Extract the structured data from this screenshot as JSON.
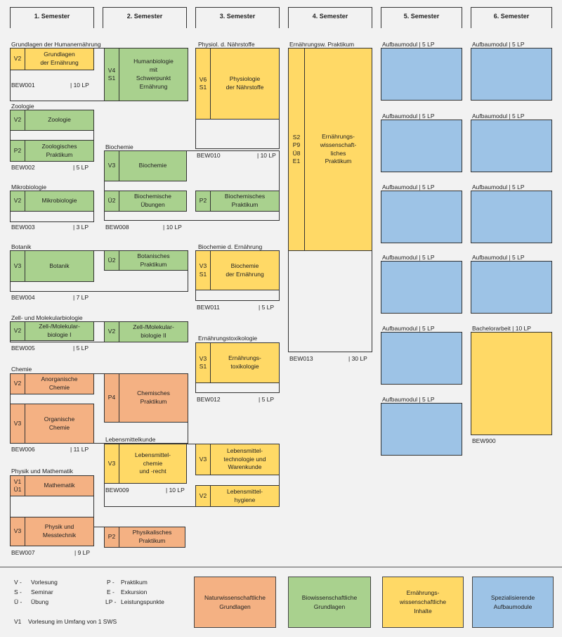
{
  "semesters": [
    "1. Semester",
    "2. Semester",
    "3. Semester",
    "4. Semester",
    "5. Semester",
    "6. Semester"
  ],
  "modules": {
    "bew001": {
      "title": "Grundlagen der Humanernährung",
      "code": "BEW001",
      "lp": "| 10 LP",
      "c1": {
        "type": "V2",
        "name": "Grundlagen\nder Ernährung"
      },
      "c2": {
        "type": "V4\nS1",
        "name": "Humanbiologie\nmit\nSchwerpunkt\nErnährung"
      }
    },
    "bew002": {
      "title": "Zoologie",
      "code": "BEW002",
      "lp": "| 5 LP",
      "c1": {
        "type": "V2",
        "name": "Zoologie"
      },
      "c2": {
        "type": "P2",
        "name": "Zoologisches\nPraktikum"
      }
    },
    "bew003": {
      "title": "Mikrobiologie",
      "code": "BEW003",
      "lp": "| 3 LP",
      "c1": {
        "type": "V2",
        "name": "Mikrobiologie"
      }
    },
    "bew004": {
      "title": "Botanik",
      "code": "BEW004",
      "lp": "| 7 LP",
      "c1": {
        "type": "V3",
        "name": "Botanik"
      },
      "c2": {
        "type": "Ü2",
        "name": "Botanisches\nPraktikum"
      }
    },
    "bew005": {
      "title": "Zell- und Molekularbiologie",
      "code": "BEW005",
      "lp": "| 5 LP",
      "c1": {
        "type": "V2",
        "name": "Zell-/Molekular-\nbiologie I"
      },
      "c2": {
        "type": "V2",
        "name": "Zell-/Molekular-\nbiologie II"
      }
    },
    "bew006": {
      "title": "Chemie",
      "code": "BEW006",
      "lp": "| 11 LP",
      "c1": {
        "type": "V2",
        "name": "Anorganische\nChemie"
      },
      "c2": {
        "type": "V3",
        "name": "Organische\nChemie"
      },
      "c3": {
        "type": "P4",
        "name": "Chemisches\nPraktikum"
      }
    },
    "bew007": {
      "title": "Physik und Mathematik",
      "code": "BEW007",
      "lp": "| 9 LP",
      "c1": {
        "type": "V1\nÜ1",
        "name": "Mathematik"
      },
      "c2": {
        "type": "V3",
        "name": "Physik und\nMesstechnik"
      },
      "c3": {
        "type": "P2",
        "name": "Physikalisches\nPraktikum"
      }
    },
    "bew008": {
      "title": "Biochemie",
      "code": "BEW008",
      "lp": "| 10 LP",
      "c1": {
        "type": "V3",
        "name": "Biochemie"
      },
      "c2": {
        "type": "Ü2",
        "name": "Biochemische\nÜbungen"
      },
      "c3": {
        "type": "P2",
        "name": "Biochemisches\nPraktikum"
      }
    },
    "bew009": {
      "title": "Lebensmittelkunde",
      "code": "BEW009",
      "lp": "| 10 LP",
      "c1": {
        "type": "V3",
        "name": "Lebensmittel-\nchemie\nund -recht"
      },
      "c2": {
        "type": "V3",
        "name": "Lebensmittel-\ntechnologie und\nWarenkunde"
      },
      "c3": {
        "type": "V2",
        "name": "Lebensmittel-\nhygiene"
      }
    },
    "bew010": {
      "title": "Physiol. d. Nährstoffe",
      "code": "BEW010",
      "lp": "| 10 LP",
      "c1": {
        "type": "V6\nS1",
        "name": "Physiologie\nder Nährstoffe"
      }
    },
    "bew011": {
      "title": "Biochemie d. Ernährung",
      "code": "BEW011",
      "lp": "| 5 LP",
      "c1": {
        "type": "V3\nS1",
        "name": "Biochemie\nder Ernährung"
      }
    },
    "bew012": {
      "title": "Ernährungstoxikologie",
      "code": "BEW012",
      "lp": "| 5 LP",
      "c1": {
        "type": "V3\nS1",
        "name": "Ernährungs-\ntoxikologie"
      }
    },
    "bew013": {
      "title": "Ernährungsw. Praktikum",
      "code": "BEW013",
      "lp": "| 30 LP",
      "c1": {
        "type": "S2\nP9\nÜ8\nE1",
        "name": "Ernährungs-\nwissenschaft-\nliches\nPraktikum"
      }
    },
    "bew900": {
      "title": "Bachelorarbeit | 10 LP",
      "code": "BEW900"
    }
  },
  "aufbau_label": "Aufbaumodul | 5 LP",
  "legend": {
    "abbr": [
      {
        "k": "V -",
        "v": "Vorlesung"
      },
      {
        "k": "S -",
        "v": "Seminar"
      },
      {
        "k": "Ü -",
        "v": "Übung"
      },
      {
        "k": "P -",
        "v": "Praktikum"
      },
      {
        "k": "E -",
        "v": "Exkursion"
      },
      {
        "k": "LP -",
        "v": "Leistungspunkte"
      }
    ],
    "note_k": "V1",
    "note_v": "Vorlesung im Umfang von 1 SWS",
    "cat_nat": "Naturwissenschaftliche\nGrundlagen",
    "cat_bio": "Biowissenschaftliche\nGrundlagen",
    "cat_ern": "Ernährungs-\nwissenschaftliche\nInhalte",
    "cat_spez": "Spezialisierende\nAufbaumodule"
  },
  "colors": {
    "green": "#a9d18e",
    "yellow": "#ffd966",
    "orange": "#f4b183",
    "blue": "#9dc3e6"
  }
}
